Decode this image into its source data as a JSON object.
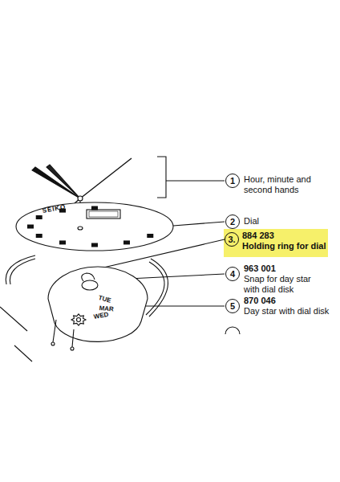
{
  "diagram": {
    "nodes": [
      {
        "text": [
          "1"
        ]
      },
      {
        "text": [
          "2"
        ]
      },
      {
        "text": [
          "3."
        ]
      },
      {
        "text": [
          "4"
        ]
      },
      {
        "text": [
          "5"
        ]
      }
    ],
    "edges": [],
    "labels": [
      "Hour, minute and second hands",
      "Dial",
      "884 283",
      "Holding ring for dial",
      "963 001",
      "Snap for day star with dial disk",
      "870 046",
      "Day star with dial disk",
      "SEIKO",
      "TUE",
      "MAR",
      "WED"
    ]
  }
}
